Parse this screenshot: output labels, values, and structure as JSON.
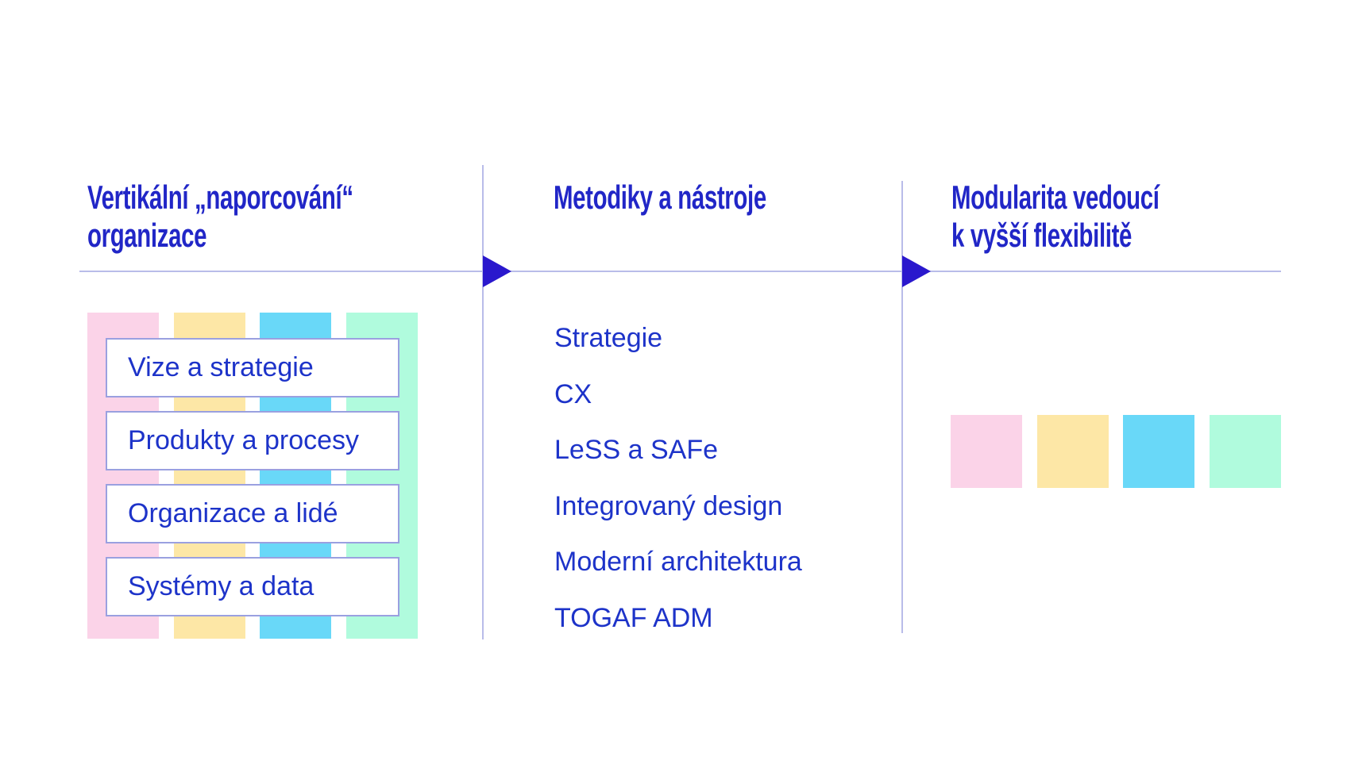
{
  "palette": {
    "pink": "#fbd3e8",
    "yellow": "#fde7a6",
    "blue": "#69d8f8",
    "mint": "#b0fbdd",
    "header_blue": "#2126c7",
    "text_blue": "#1d33c9",
    "line": "#b9bce9",
    "box_border": "#9aa0e0",
    "arrow": "#2a18cd"
  },
  "left": {
    "title_line1": "Vertikální „naporcování“",
    "title_line2": "organizace",
    "boxes": [
      "Vize a strategie",
      "Produkty a procesy",
      "Organizace a lidé",
      "Systémy a data"
    ],
    "stripe_names": [
      "pink",
      "yellow",
      "blue",
      "mint"
    ]
  },
  "middle": {
    "title": "Metodiky a nástroje",
    "items": [
      "Strategie",
      "CX",
      "LeSS a SAFe",
      "Integrovaný design",
      "Moderní architektura",
      "TOGAF ADM"
    ]
  },
  "right": {
    "title_line1": "Modularita vedoucí",
    "title_line2": "k vyšší flexibilitě",
    "square_names": [
      "pink",
      "yellow",
      "blue",
      "mint"
    ]
  }
}
